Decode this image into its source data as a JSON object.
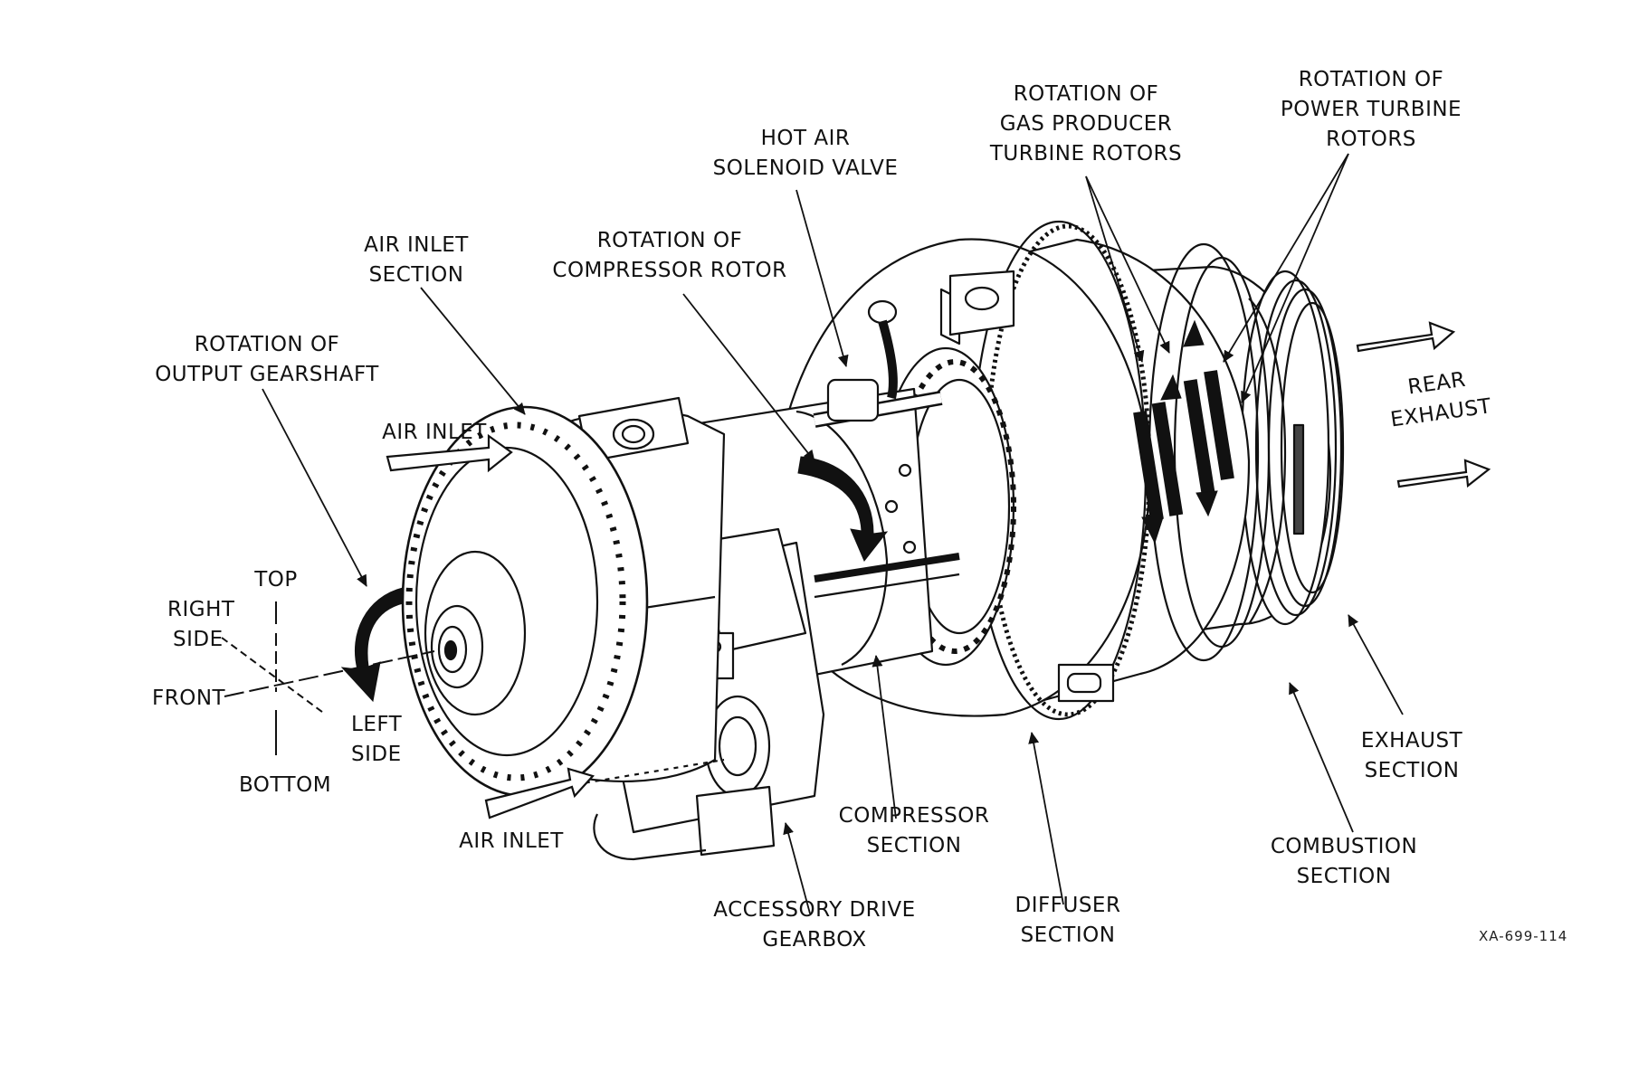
{
  "labels": {
    "hot_air": [
      "HOT AIR",
      "SOLENOID VALVE"
    ],
    "rot_gas_producer": [
      "ROTATION OF",
      "GAS PRODUCER",
      "TURBINE ROTORS"
    ],
    "rot_power_turbine": [
      "ROTATION OF",
      "POWER TURBINE",
      "ROTORS"
    ],
    "air_inlet_section": [
      "AIR INLET",
      "SECTION"
    ],
    "rot_compressor": [
      "ROTATION OF",
      "COMPRESSOR ROTOR"
    ],
    "rot_output": [
      "ROTATION OF",
      "OUTPUT GEARSHAFT"
    ],
    "air_inlet_top": "AIR INLET",
    "air_inlet_bottom": "AIR INLET",
    "rear_exhaust": [
      "REAR",
      "EXHAUST"
    ],
    "axis_top": "TOP",
    "axis_right_side": [
      "RIGHT",
      "SIDE"
    ],
    "axis_front": "FRONT",
    "axis_left_side": [
      "LEFT",
      "SIDE"
    ],
    "axis_bottom": "BOTTOM",
    "compressor_section": [
      "COMPRESSOR",
      "SECTION"
    ],
    "accessory_gearbox": [
      "ACCESSORY DRIVE",
      "GEARBOX"
    ],
    "diffuser_section": [
      "DIFFUSER",
      "SECTION"
    ],
    "combustion_section": [
      "COMBUSTION",
      "SECTION"
    ],
    "exhaust_section": [
      "EXHAUST",
      "SECTION"
    ],
    "figure_id": "XA-699-114"
  },
  "colors": {
    "ink": "#111111",
    "paper": "#ffffff"
  }
}
